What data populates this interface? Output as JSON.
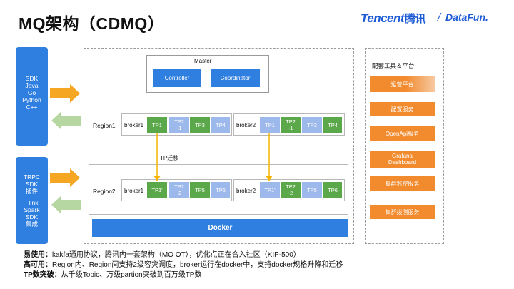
{
  "title": "MQ架构（CDMQ）",
  "logos": {
    "tencent_en": "Tencent",
    "tencent_cn": "腾讯",
    "separator": "/",
    "datafun": "DataFun."
  },
  "left_panel": {
    "top_box_lines": [
      "SDK",
      "Java",
      "Go",
      "Python",
      "C++",
      "..."
    ],
    "bottom_box_lines": [
      "TRPC",
      "SDK",
      "插件",
      "",
      "Flink",
      "Spark",
      "SDK",
      "集成"
    ]
  },
  "master": {
    "label": "Master",
    "controller": "Controller",
    "coordinator": "Coordinator"
  },
  "regions": [
    {
      "label": "Region1",
      "brokers": [
        {
          "label": "broker1",
          "tps": [
            {
              "text": "TP1",
              "style": "green"
            },
            {
              "text": "TP2\n-1",
              "style": "lblue"
            },
            {
              "text": "TP3",
              "style": "green"
            },
            {
              "text": "TP4",
              "style": "lblue"
            }
          ]
        },
        {
          "label": "broker2",
          "tps": [
            {
              "text": "TP1",
              "style": "lblue"
            },
            {
              "text": "TP2\n-1",
              "style": "green"
            },
            {
              "text": "TP3",
              "style": "lblue"
            },
            {
              "text": "TP4",
              "style": "green"
            }
          ]
        }
      ]
    },
    {
      "label": "Region2",
      "brokers": [
        {
          "label": "broker1",
          "tps": [
            {
              "text": "TP1'",
              "style": "green"
            },
            {
              "text": "TP2\n-2",
              "style": "lblue"
            },
            {
              "text": "TP5",
              "style": "green"
            },
            {
              "text": "TP6",
              "style": "lblue"
            }
          ]
        },
        {
          "label": "broker2",
          "tps": [
            {
              "text": "TP1'",
              "style": "lblue"
            },
            {
              "text": "TP2\n-2",
              "style": "green"
            },
            {
              "text": "TP5",
              "style": "lblue"
            },
            {
              "text": "TP6",
              "style": "green"
            }
          ]
        }
      ]
    }
  ],
  "tp_move_label": "TP迁移",
  "docker_label": "Docker",
  "tools": {
    "title": "配套工具＆平台",
    "items": [
      "运营平台",
      "配置服务",
      "OpenApi服务",
      "Grafana\nDashboard",
      "集群监控服务",
      "集群拨测服务"
    ]
  },
  "bottom": [
    {
      "head": "易使用：",
      "body": "kakfa通用协议，腾讯内一套架构（MQ OT），优化点正在合入社区（KIP-500）"
    },
    {
      "head": "高可用：",
      "body": "Region内、Region间支持2级容灾调度，broker运行在docker中，支持docker规格升降和迁移"
    },
    {
      "head": "TP数突破：",
      "body": "从千级Topic、万级partion突破到百万级TP数"
    }
  ],
  "colors": {
    "blue": "#2f7fe0",
    "green": "#5ba84a",
    "light_blue": "#9db8ea",
    "orange": "#f28a2e",
    "arrow_orange": "#f5a623",
    "arrow_green": "#b7d7a2",
    "arrow_line": "#f5b400"
  }
}
